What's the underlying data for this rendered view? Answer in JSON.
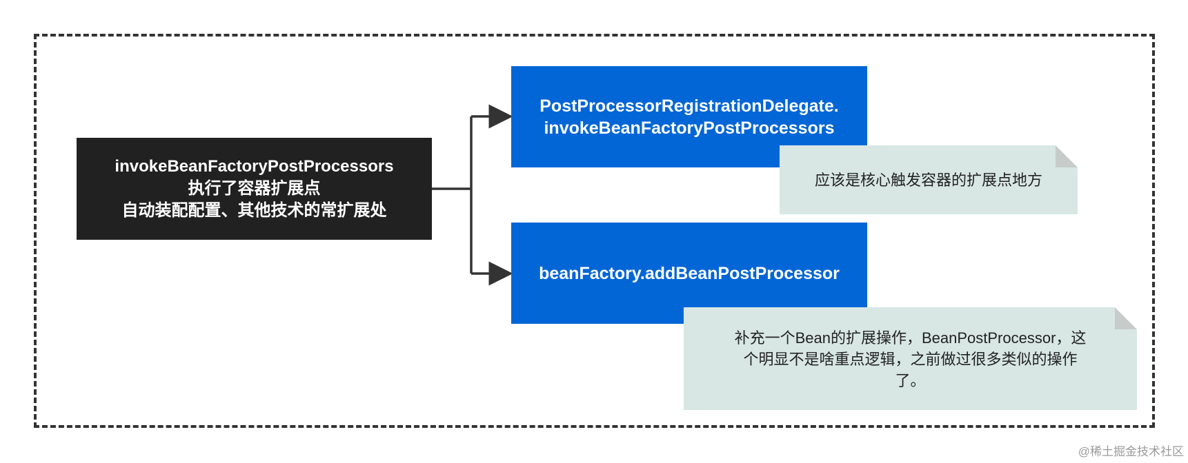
{
  "source": {
    "lines": [
      "invokeBeanFactoryPostProcessors",
      "执行了容器扩展点",
      "自动装配配置、其他技术的常扩展处"
    ]
  },
  "targets": [
    {
      "lines": [
        "PostProcessorRegistrationDelegate.",
        "invokeBeanFactoryPostProcessors"
      ]
    },
    {
      "lines": [
        "beanFactory.addBeanPostProcessor"
      ]
    }
  ],
  "notes": [
    {
      "lines": [
        "应该是核心触发容器的扩展点地方"
      ]
    },
    {
      "lines": [
        "补充一个Bean的扩展操作，BeanPostProcessor，这",
        "个明显不是啥重点逻辑，之前做过很多类似的操作",
        "了。"
      ]
    }
  ],
  "watermark": "@稀土掘金技术社区",
  "colors": {
    "source_fill": "#212121",
    "target_fill": "#0366d6",
    "note_fill": "#d8e7e4",
    "connector": "#333333",
    "frame": "#333333"
  }
}
